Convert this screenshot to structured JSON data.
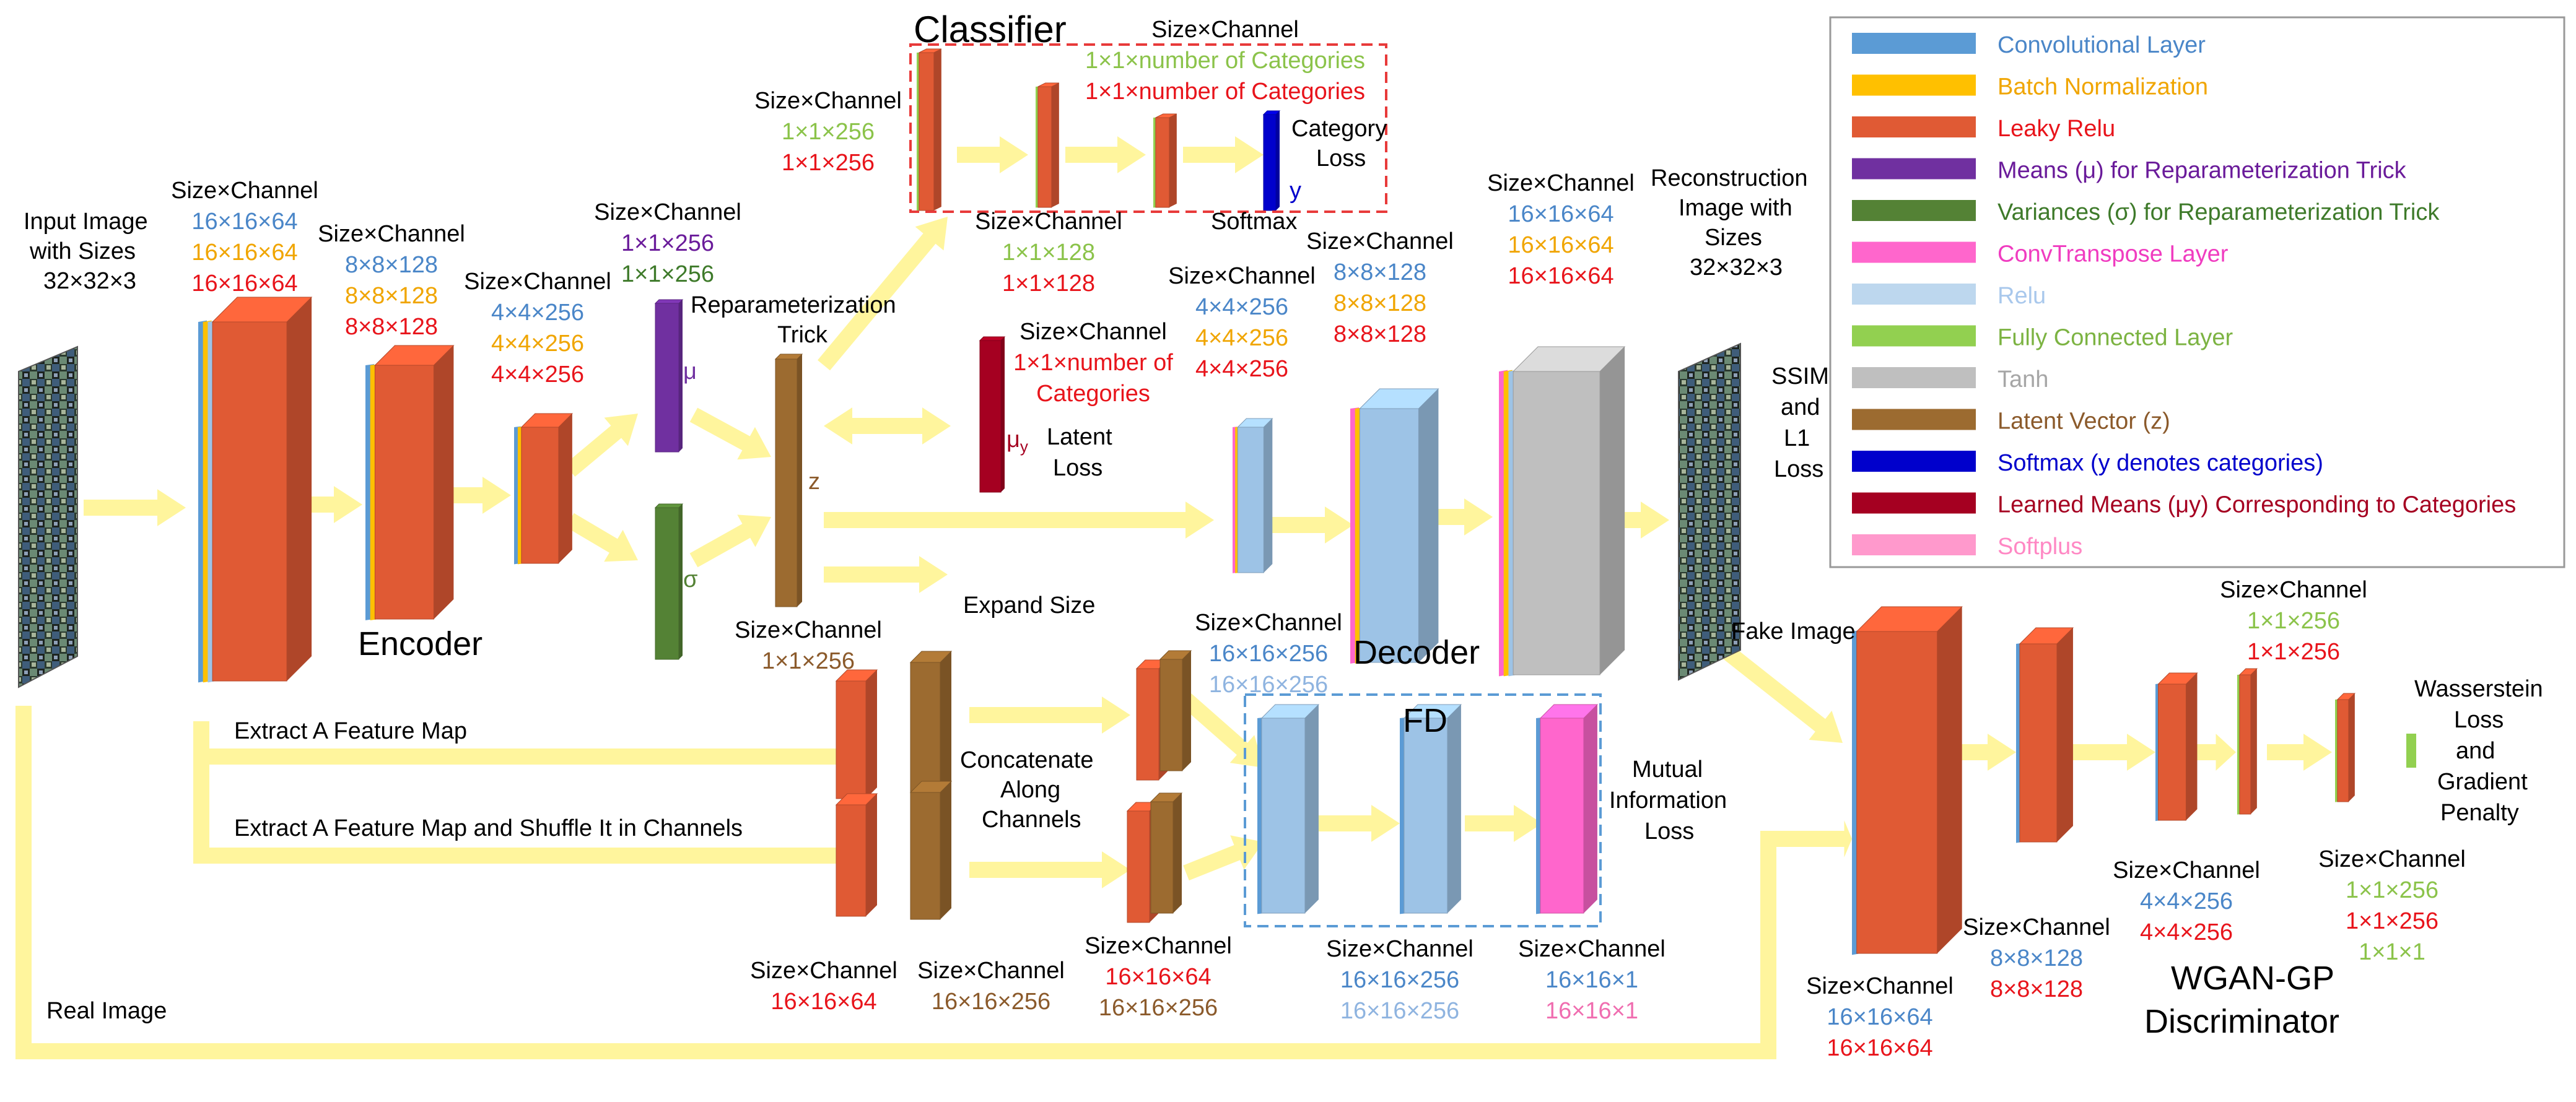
{
  "colors": {
    "conv": "#5B9BD5",
    "bn": "#FFC000",
    "leaky": "#E05A34",
    "mu": "#7030A0",
    "sigma": "#548235",
    "convT": "#FF66CC",
    "relu": "#9DC3E6",
    "fc": "#92D050",
    "tanh": "#BFBFBF",
    "latent": "#9C6B30",
    "softmax": "#0000CC",
    "muy": "#A50021",
    "softplus": "#FF99CC",
    "arrow": "#FFF59D",
    "black": "#000000",
    "size_conv": "#4A86C8",
    "size_bn": "#F0A500",
    "size_leaky": "#E8141B",
    "size_fc": "#8BC34A",
    "size_relu": "#8FB4E0",
    "size_latent": "#8B5A2B",
    "size_mu": "#6A1B9A",
    "size_sigma": "#3E7A2A",
    "size_convT": "#F06EB0",
    "size_muy": "#B0001E"
  },
  "legend": [
    {
      "label": "Convolutional Layer",
      "swatch": "#5B9BD5",
      "text": "#4A86C8"
    },
    {
      "label": "Batch Normalization",
      "swatch": "#FFC000",
      "text": "#F0A500"
    },
    {
      "label": "Leaky Relu",
      "swatch": "#E05A34",
      "text": "#E8141B"
    },
    {
      "label": "Means (μ) for Reparameterization Trick",
      "swatch": "#7030A0",
      "text": "#6A1B9A"
    },
    {
      "label": "Variances (σ) for Reparameterization Trick",
      "swatch": "#548235",
      "text": "#3E7A2A"
    },
    {
      "label": "ConvTranspose Layer",
      "swatch": "#FF66CC",
      "text": "#F03CC0"
    },
    {
      "label": "Relu",
      "swatch": "#BDD7EE",
      "text": "#A9C8EC"
    },
    {
      "label": "Fully Connected Layer",
      "swatch": "#92D050",
      "text": "#7CB342"
    },
    {
      "label": "Tanh",
      "swatch": "#BFBFBF",
      "text": "#A6A6A6"
    },
    {
      "label": "Latent Vector (z)",
      "swatch": "#9C6B30",
      "text": "#8B5A2B"
    },
    {
      "label": "Softmax (y denotes categories)",
      "swatch": "#0000CC",
      "text": "#0000CC"
    },
    {
      "label": "Learned Means (μy) Corresponding to Categories",
      "swatch": "#A50021",
      "text": "#A50021"
    },
    {
      "label": "Softplus",
      "swatch": "#FF99CC",
      "text": "#FF88C4"
    }
  ],
  "titles": {
    "classifier": "Classifier",
    "encoder": "Encoder",
    "decoder": "Decoder",
    "fd": "FD",
    "wgan1": "WGAN-GP",
    "wgan2": "Discriminator"
  },
  "text": {
    "input1": "Input Image",
    "input2": "with Sizes",
    "input3": "32×32×3",
    "recon1": "Reconstruction",
    "recon2": "Image with",
    "recon3": "Sizes",
    "recon4": "32×32×3",
    "ssim1": "SSIM",
    "ssim2": "and",
    "ssim3": "L1",
    "ssim4": "Loss",
    "reparam1": "Reparameterization",
    "reparam2": "Trick",
    "mu": "μ",
    "sigma": "σ",
    "z": "z",
    "muy": "μ",
    "muy_sub": "y",
    "latent1": "Latent",
    "latent2": "Loss",
    "cat1": "Category",
    "cat2": "Loss",
    "softmax": "Softmax",
    "y": "y",
    "expand": "Expand Size",
    "concat1": "Concatenate",
    "concat2": "Along",
    "concat3": "Channels",
    "extract1": "Extract A Feature Map",
    "extract2": "Extract A Feature Map and Shuffle It in Channels",
    "real": "Real Image",
    "fake": "Fake Image",
    "mi1": "Mutual",
    "mi2": "Information",
    "mi3": "Loss",
    "wl1": "Wasserstein",
    "wl2": "Loss",
    "wl3": "and",
    "wl4": "Gradient",
    "wl5": "Penalty",
    "sc": "Size×Channel"
  },
  "sizes": {
    "enc1": [
      "16×16×64",
      "16×16×64",
      "16×16×64"
    ],
    "enc2": [
      "8×8×128",
      "8×8×128",
      "8×8×128"
    ],
    "enc3": [
      "4×4×256",
      "4×4×256",
      "4×4×256"
    ],
    "musig": [
      "1×1×256",
      "1×1×256"
    ],
    "zsize": "1×1×256",
    "cls1": [
      "1×1×256",
      "1×1×256"
    ],
    "cls2": [
      "1×1×128",
      "1×1×128"
    ],
    "cls3": [
      "1×1×number of Categories",
      "1×1×number of Categories"
    ],
    "muy1": "1×1×number of",
    "muy2": "Categories",
    "dec1": [
      "4×4×256",
      "4×4×256",
      "4×4×256"
    ],
    "dec2": [
      "8×8×128",
      "8×8×128",
      "8×8×128"
    ],
    "dec3": [
      "16×16×64",
      "16×16×64",
      "16×16×64"
    ],
    "fdin": [
      "16×16×256",
      "16×16×256"
    ],
    "b1": "16×16×64",
    "b2": "16×16×256",
    "b3": [
      "16×16×64",
      "16×16×256"
    ],
    "fd2": [
      "16×16×256",
      "16×16×256"
    ],
    "fd3": [
      "16×16×1",
      "16×16×1"
    ],
    "d1": [
      "16×16×64",
      "16×16×64"
    ],
    "d2": [
      "8×8×128",
      "8×8×128"
    ],
    "d3": [
      "4×4×256",
      "4×4×256"
    ],
    "d4": [
      "1×1×256",
      "1×1×256"
    ],
    "d5": [
      "1×1×256",
      "1×1×256",
      "1×1×1"
    ]
  }
}
